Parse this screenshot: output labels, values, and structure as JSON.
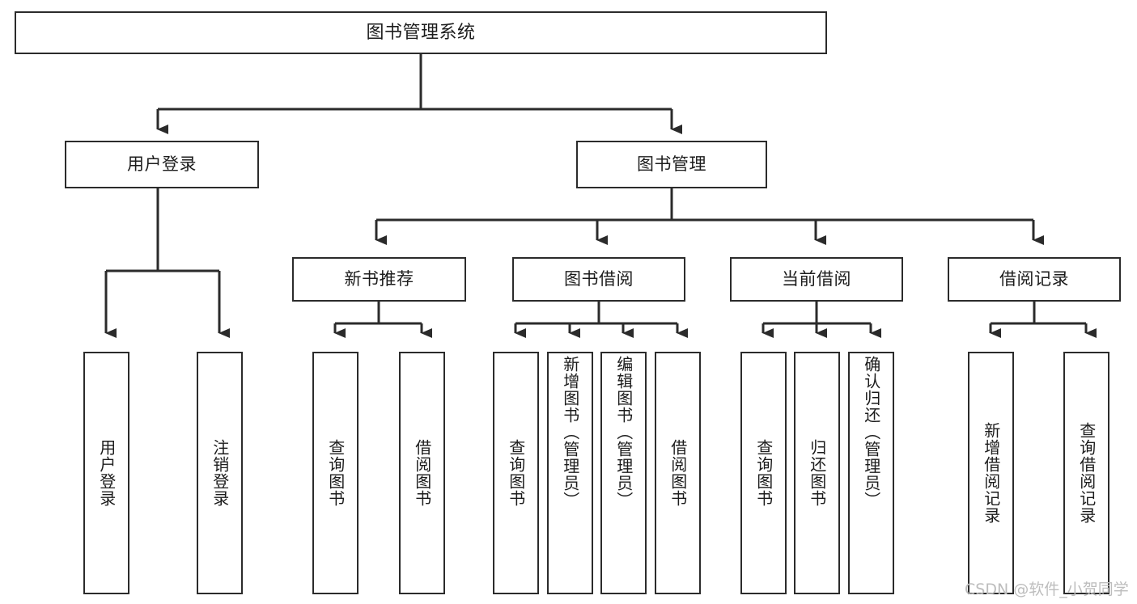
{
  "diagram": {
    "type": "tree",
    "title": "图书管理系统",
    "stroke_color": "#2b2b2b",
    "fill_color": "#ffffff",
    "text_color": "#1c1c1c"
  },
  "root": {
    "label": "图书管理系统"
  },
  "level2": [
    {
      "label": "用户登录"
    },
    {
      "label": "图书管理"
    }
  ],
  "level3": [
    {
      "label": "新书推荐"
    },
    {
      "label": "图书借阅"
    },
    {
      "label": "当前借阅"
    },
    {
      "label": "借阅记录"
    }
  ],
  "leaves": {
    "user_login": [
      {
        "label": "用户登录"
      },
      {
        "label": "注销登录"
      }
    ],
    "new_book_recommend": [
      {
        "label": "查询图书"
      },
      {
        "label": "借阅图书"
      }
    ],
    "book_borrow": [
      {
        "label": "查询图书"
      },
      {
        "label": "新增图书（管理员）"
      },
      {
        "label": "编辑图书（管理员）"
      },
      {
        "label": "借阅图书"
      }
    ],
    "current_borrow": [
      {
        "label": "查询图书"
      },
      {
        "label": "归还图书"
      },
      {
        "label": "确认归还（管理员）"
      }
    ],
    "borrow_record": [
      {
        "label": "新增借阅记录"
      },
      {
        "label": "查询借阅记录"
      }
    ]
  },
  "watermark": {
    "text": "CSDN @软件_小贺同学"
  }
}
